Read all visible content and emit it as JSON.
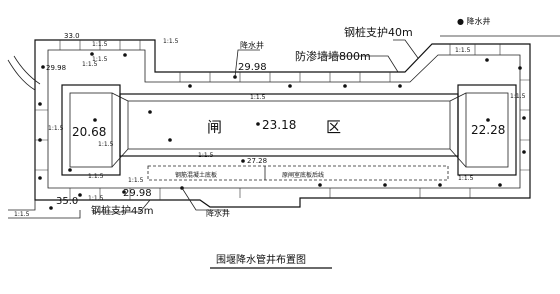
{
  "drawing": {
    "title": "围堰降水管井布置图",
    "zone_label": "闸",
    "zone_label_2": "区",
    "elevations": {
      "left_chamber": "20.68",
      "right_chamber": "22.28",
      "center": "23.18",
      "top_crest": "29.98",
      "top_left": "29.98",
      "bottom_crest": "29.98",
      "inner_strip": "27.28",
      "top_left_corner": "33.0",
      "bottom_left_corner": "35.0"
    },
    "slopes": {
      "top_left_a": "1:1.5",
      "top_left_b": "1:1.5",
      "top_left_c": "1:1.5",
      "top_mid": "1:1.5",
      "top_right": "1:1.5",
      "inner_top": "1:1.5",
      "left_inner_a": "1:1.5",
      "left_inner_b": "1:1.5",
      "left_outer": "1:1.5",
      "bottom_left_a": "1:1.5",
      "bottom_left_b": "1:1.5",
      "bottom_strip": "1:1.5",
      "right_bottom": "1:1.5",
      "right_side": "1:1.5",
      "bottom_far_left": "1:1.5"
    },
    "annotations": {
      "well_top": "降水井",
      "well_bottom": "降水井",
      "top_support": "钢桩支护40m",
      "seepage_wall": "防渗墙墙800m",
      "legend_well": "● 降水井",
      "bottom_support": "钢桩支护45m",
      "strip_left": "钢筋混凝土底板",
      "strip_right": "原闸室底板后线"
    }
  }
}
